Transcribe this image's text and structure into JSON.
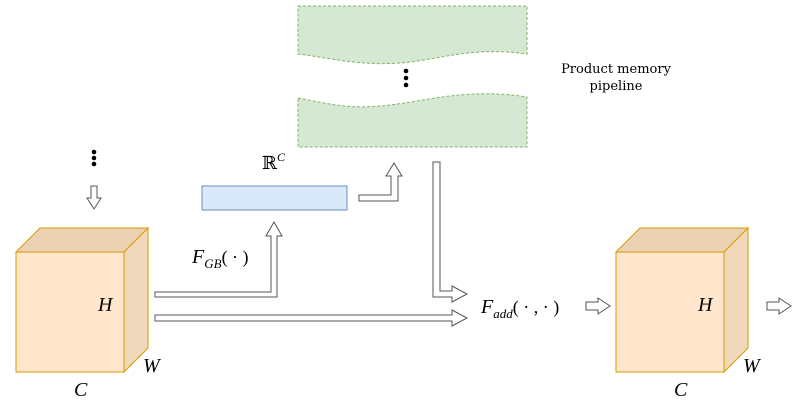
{
  "pipeline_label_line1": "Product memory",
  "pipeline_label_line2": "pipeline",
  "vector_space_label": "ℝ",
  "vector_space_sup": "C",
  "gb_func": "F",
  "gb_sub": "GB",
  "gb_args": "( · )",
  "add_func": "F",
  "add_sub": "add",
  "add_args": "( · ,  · )",
  "input_cube": {
    "h": "H",
    "w": "W",
    "c": "C"
  },
  "output_cube": {
    "h": "H",
    "w": "W",
    "c": "C"
  },
  "colors": {
    "cube_front": "#ffe6cc",
    "cube_side": "#f0d8bc",
    "cube_top": "#ecd2b4",
    "cube_stroke": "#d79b00",
    "vector_fill": "#dae8fc",
    "vector_stroke": "#6c8ebf",
    "pipeline_fill": "#d5e8d4",
    "pipeline_stroke": "#82b366"
  }
}
